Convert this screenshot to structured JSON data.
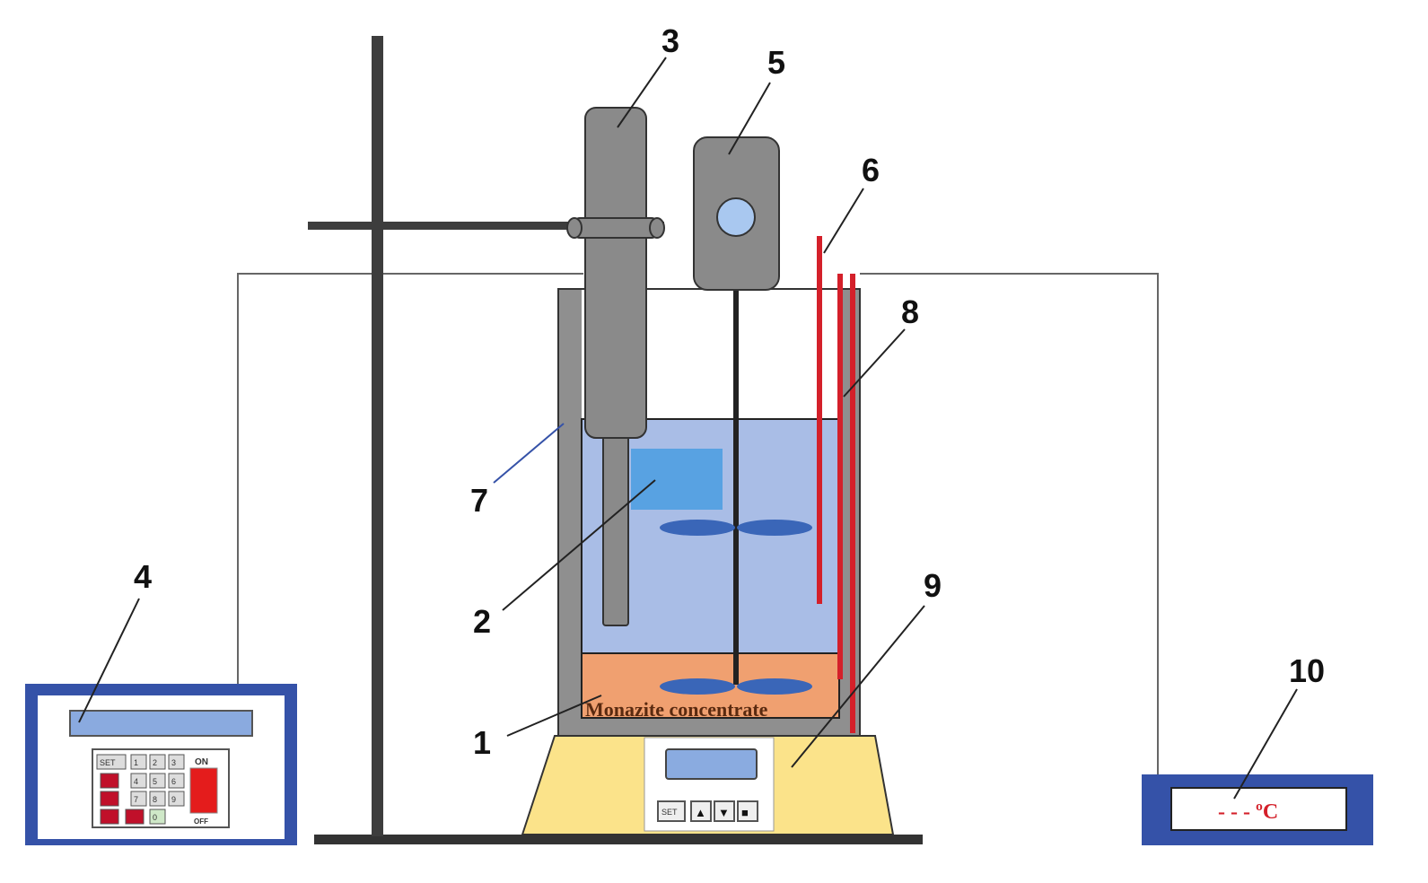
{
  "title": "Experimental setup for leaching of monazite concentrate",
  "labels": {
    "l1": "1",
    "l2": "2",
    "l3": "3",
    "l4": "4",
    "l5": "5",
    "l6": "6",
    "l7": "7",
    "l8": "8",
    "l9": "9",
    "l10": "10"
  },
  "sample_text": "Monazite concentrate",
  "controller": {
    "keys": [
      "SET",
      "1",
      "2",
      "3",
      "4",
      "5",
      "6",
      "7",
      "8",
      "9",
      "0"
    ],
    "power_on": "ON",
    "power_off": "OFF"
  },
  "hotplate": {
    "buttons": [
      "SET",
      "▲",
      "▼",
      "■"
    ]
  },
  "thermometer": {
    "reading": "- - - ºC"
  },
  "colors": {
    "liquid": "#a9bde6",
    "sample": "#f0a070",
    "tube": "#d4202a",
    "device_frame": "#3552a8",
    "hotplate": "#fbe38a",
    "impeller": "#3a66b8"
  }
}
